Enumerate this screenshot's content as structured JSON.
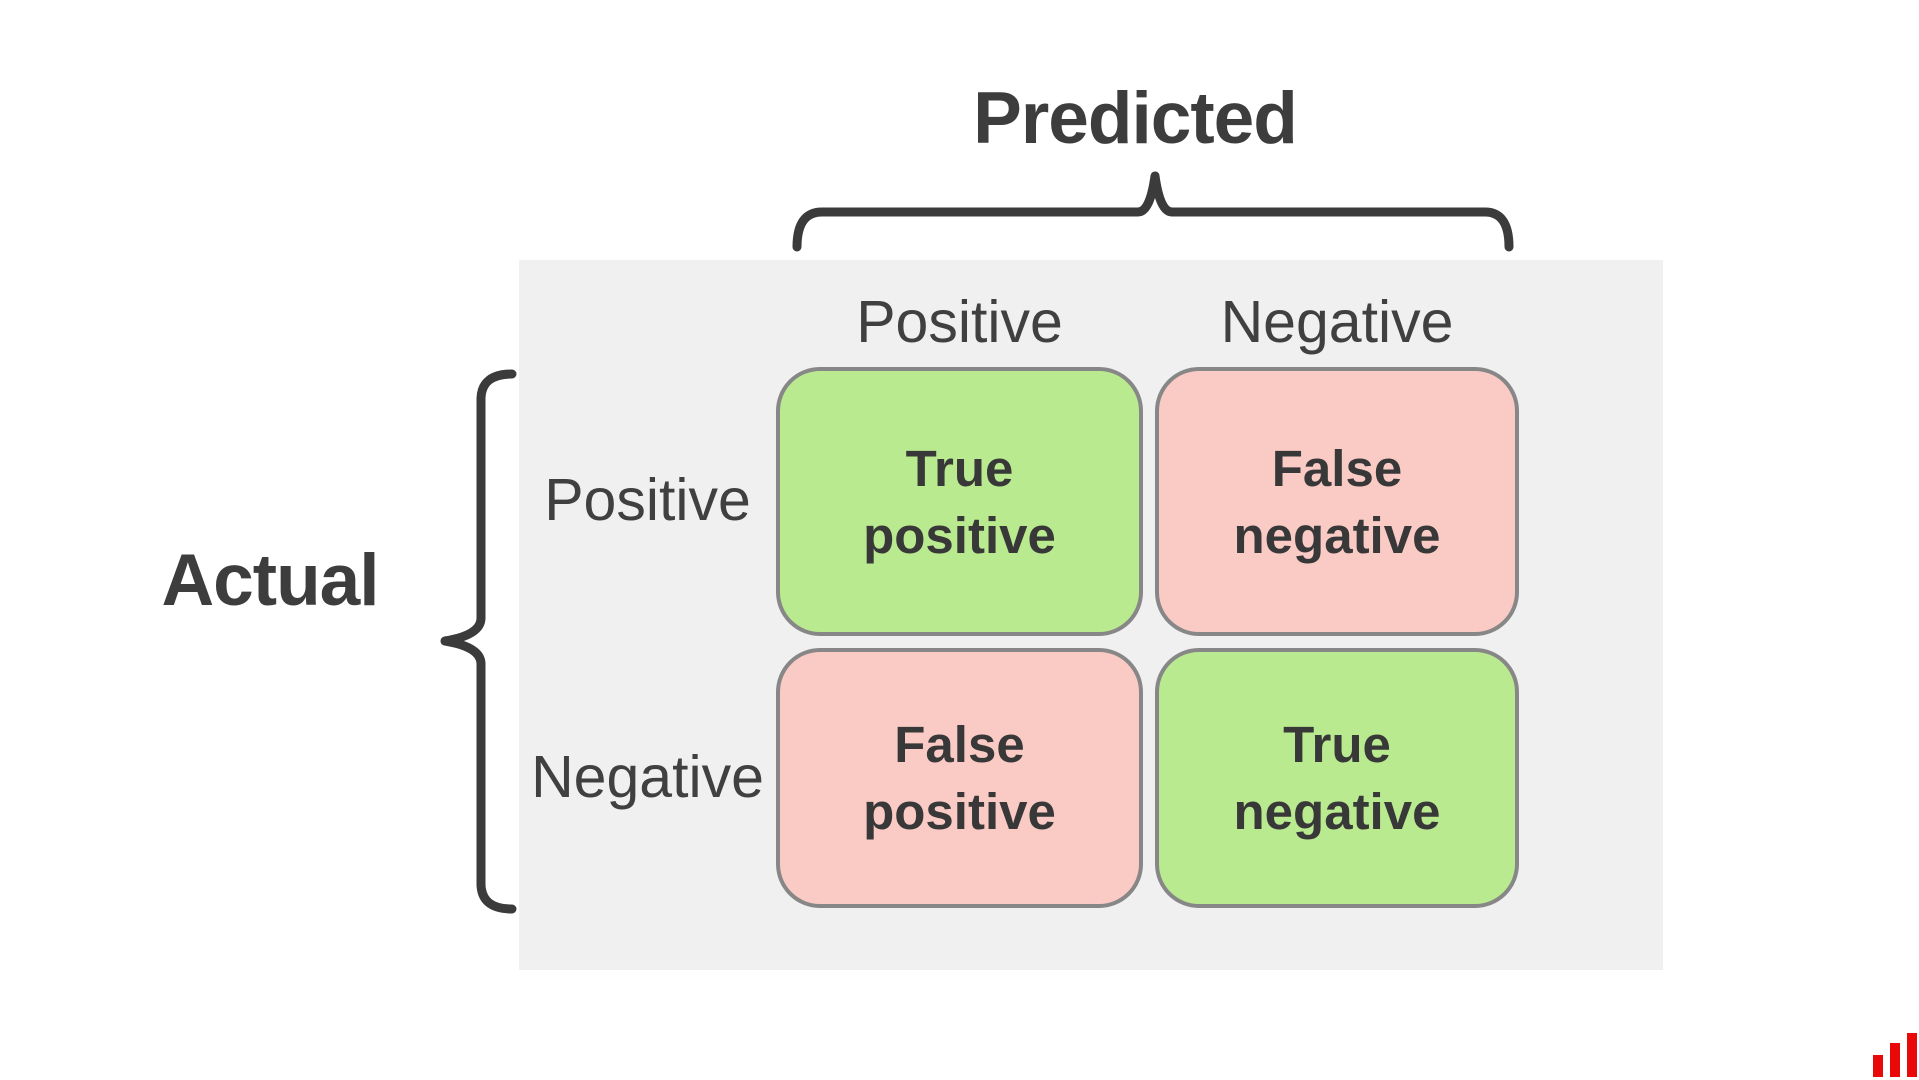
{
  "titles": {
    "predicted": "Predicted",
    "actual": "Actual"
  },
  "matrix": {
    "column_headers": [
      "Positive",
      "Negative"
    ],
    "row_headers": [
      "Positive",
      "Negative"
    ],
    "cells": [
      {
        "id": "true-positive",
        "line1": "True",
        "line2": "positive",
        "variant": "green"
      },
      {
        "id": "false-negative",
        "line1": "False",
        "line2": "negative",
        "variant": "pink"
      },
      {
        "id": "false-positive",
        "line1": "False",
        "line2": "positive",
        "variant": "pink"
      },
      {
        "id": "true-negative",
        "line1": "True",
        "line2": "negative",
        "variant": "green"
      }
    ]
  },
  "colors": {
    "correct_green": "#b9ea8f",
    "incorrect_pink": "#facac5",
    "panel_background": "#f0f0f0",
    "cell_border": "#878787",
    "text_dark": "#3a3a3a",
    "brace": "#3b3b3b",
    "logo_red": "#e90909"
  },
  "logo": {
    "description": "three ascending red bars",
    "bar_count": 3
  }
}
